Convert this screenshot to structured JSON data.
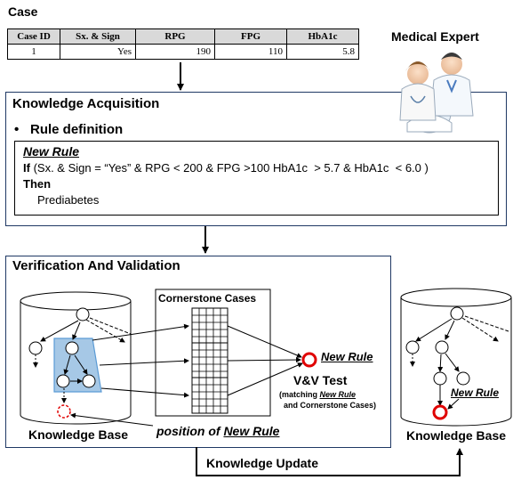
{
  "case": {
    "title": "Case",
    "headers": [
      "Case ID",
      "Sx. & Sign",
      "RPG",
      "FPG",
      "HbA1c"
    ],
    "row": [
      "1",
      "Yes",
      "190",
      "110",
      "5.8"
    ]
  },
  "expert": {
    "label": "Medical Expert"
  },
  "acquisition": {
    "title": "Knowledge Acquisition",
    "bullet": "•",
    "subtitle": "Rule definition",
    "new_rule": "New Rule",
    "if_kw": "If",
    "condition": " (Sx. & Sign = “Yes” & RPG < 200 & FPG >100 HbA1c  > 5.7 & HbA1c  < 6.0 )",
    "then_kw": "Then",
    "conclusion": "Prediabetes"
  },
  "vv": {
    "title": "Verification And Validation",
    "cornerstone": "Cornerstone  Cases",
    "new_rule": "New Rule",
    "test": "V&V  Test",
    "test_note_1_pre": "(matching ",
    "test_note_1_rule": "New Rule",
    "test_note_2": "and Cornerstone Cases)",
    "kb_label": "Knowledge Base",
    "position_pre": "position of ",
    "position_rule": "New Rule"
  },
  "kb_right": {
    "label": "Knowledge Base",
    "new_rule": "New Rule"
  },
  "update": {
    "label": "Knowledge Update"
  },
  "colors": {
    "panel_border": "#1f3864",
    "highlight": "#5b9bd5",
    "new_rule": "#e00000"
  }
}
